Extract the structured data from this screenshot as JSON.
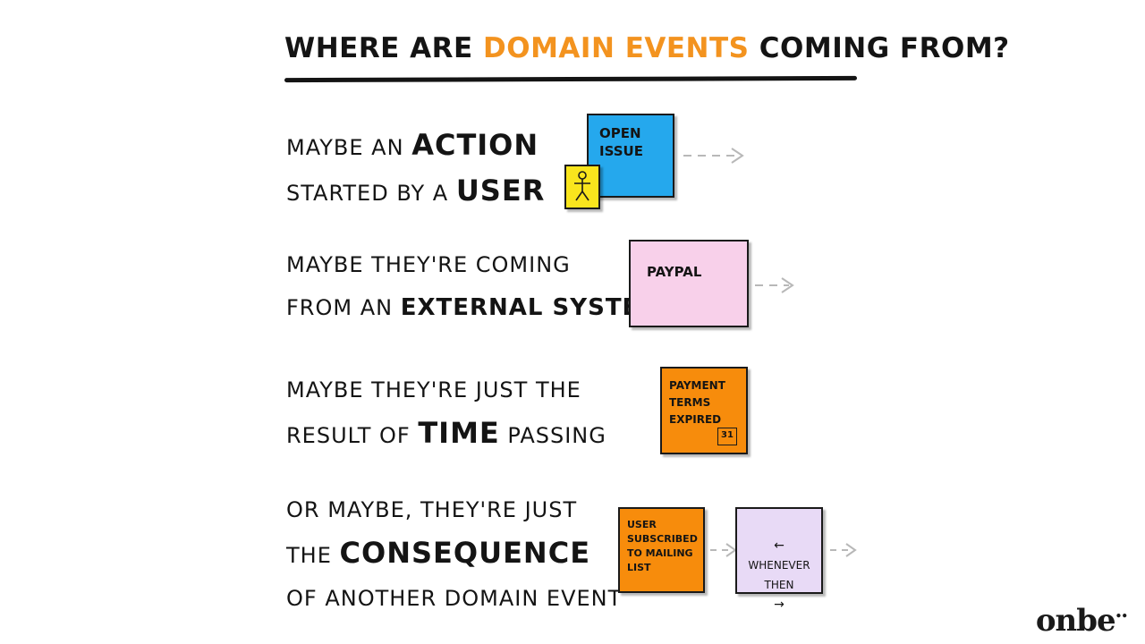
{
  "title": {
    "part1": "WHERE ARE ",
    "highlight": "DOMAIN EVENTS",
    "part2": " COMING FROM?",
    "highlight_color": "#f3931f"
  },
  "rows": [
    {
      "line1_a": "MAYBE AN ",
      "line1_b": "ACTION",
      "line2_a": "STARTED BY A ",
      "line2_b": "USER",
      "sticky": {
        "line1": "OPEN",
        "line2": "ISSUE",
        "color": "#25a8ed"
      },
      "user_sticky_color": "#f9e51d",
      "user_icon": "stick-figure-icon"
    },
    {
      "line1": "MAYBE THEY'RE COMING",
      "line2_a": "FROM AN ",
      "line2_b": "EXTERNAL SYSTEM",
      "sticky": {
        "line1": "PAYPAL",
        "color": "#f8d0ea"
      }
    },
    {
      "line1": "MAYBE THEY'RE JUST THE",
      "line2_a": "RESULT OF ",
      "line2_b": "TIME",
      "line2_c": " PASSING",
      "sticky": {
        "line1": "PAYMENT",
        "line2": "TERMS",
        "line3": "EXPIRED",
        "calendar": "31",
        "color": "#f78c0c"
      }
    },
    {
      "line1": "OR MAYBE, THEY'RE JUST",
      "line2_a": "THE ",
      "line2_b": "CONSEQUENCE",
      "line3": "OF ANOTHER DOMAIN EVENT",
      "sticky": {
        "line1": "USER",
        "line2": "SUBSCRIBED",
        "line3": "TO MAILING",
        "line4": "LIST",
        "color": "#f78c0c"
      },
      "policy": {
        "line1": "WHENEVER",
        "line2": "THEN",
        "color": "#e8daf6"
      }
    }
  ],
  "logo": "onbe"
}
